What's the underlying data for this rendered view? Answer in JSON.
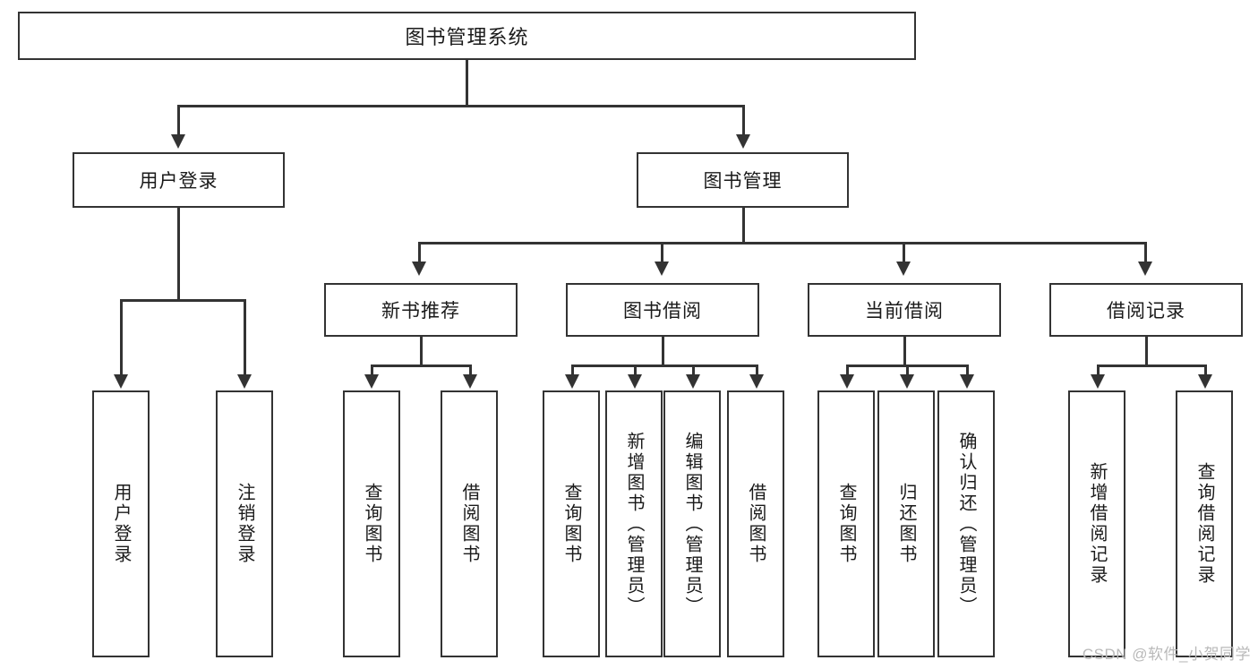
{
  "diagram": {
    "title": "图书管理系统",
    "type": "tree-hierarchy",
    "levels": 4
  },
  "root": {
    "label": "图书管理系统"
  },
  "level2": [
    {
      "label": "用户登录"
    },
    {
      "label": "图书管理"
    }
  ],
  "level3": [
    {
      "label": "新书推荐"
    },
    {
      "label": "图书借阅"
    },
    {
      "label": "当前借阅"
    },
    {
      "label": "借阅记录"
    }
  ],
  "leaves": {
    "user_login": [
      {
        "label": "用户登录"
      },
      {
        "label": "注销登录"
      }
    ],
    "new_book_recommend": [
      {
        "label": "查询图书"
      },
      {
        "label": "借阅图书"
      }
    ],
    "book_borrow": [
      {
        "label": "查询图书"
      },
      {
        "label": "新增图书（管理员）"
      },
      {
        "label": "编辑图书（管理员）"
      },
      {
        "label": "借阅图书"
      }
    ],
    "current_borrow": [
      {
        "label": "查询图书"
      },
      {
        "label": "归还图书"
      },
      {
        "label": "确认归还（管理员）"
      }
    ],
    "borrow_record": [
      {
        "label": "新增借阅记录"
      },
      {
        "label": "查询借阅记录"
      }
    ]
  },
  "watermark": {
    "text": "CSDN @软件_小贺同学"
  },
  "colors": {
    "stroke": "#333333",
    "background": "#ffffff",
    "text": "#1a1a1a",
    "watermark": "#b9b9b9"
  }
}
